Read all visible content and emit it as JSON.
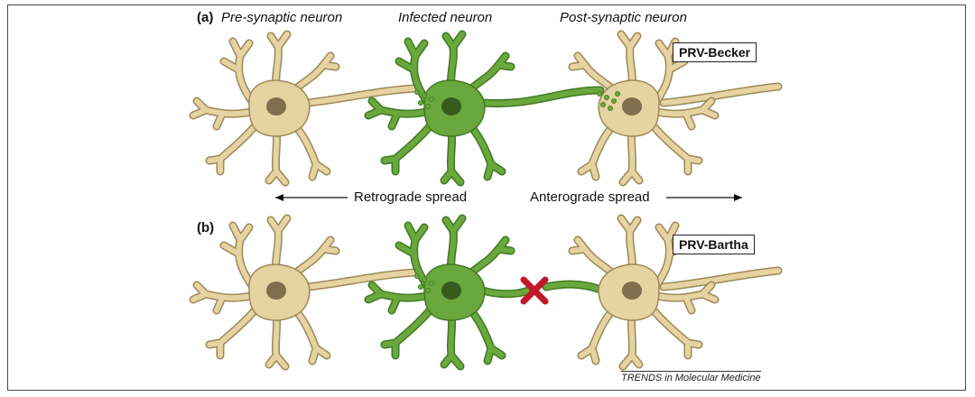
{
  "colors": {
    "healthy_fill": "#e5d3a1",
    "healthy_stroke": "#9c8856",
    "infected_fill": "#6aa83e",
    "infected_stroke": "#3f7a22",
    "nucleus_healthy": "#6f5c3e",
    "nucleus_infected": "#2b4f18",
    "block_mark": "#c0182a"
  },
  "panel_a": {
    "tag": "(a)",
    "pre_label": "Pre-synaptic neuron",
    "infected_label": "Infected neuron",
    "post_label": "Post-synaptic neuron",
    "strain": "PRV-Becker"
  },
  "spread": {
    "retrograde": "Retrograde spread",
    "anterograde": "Anterograde spread"
  },
  "panel_b": {
    "tag": "(b)",
    "strain": "PRV-Bartha"
  },
  "credit": "TRENDS in Molecular Medicine"
}
